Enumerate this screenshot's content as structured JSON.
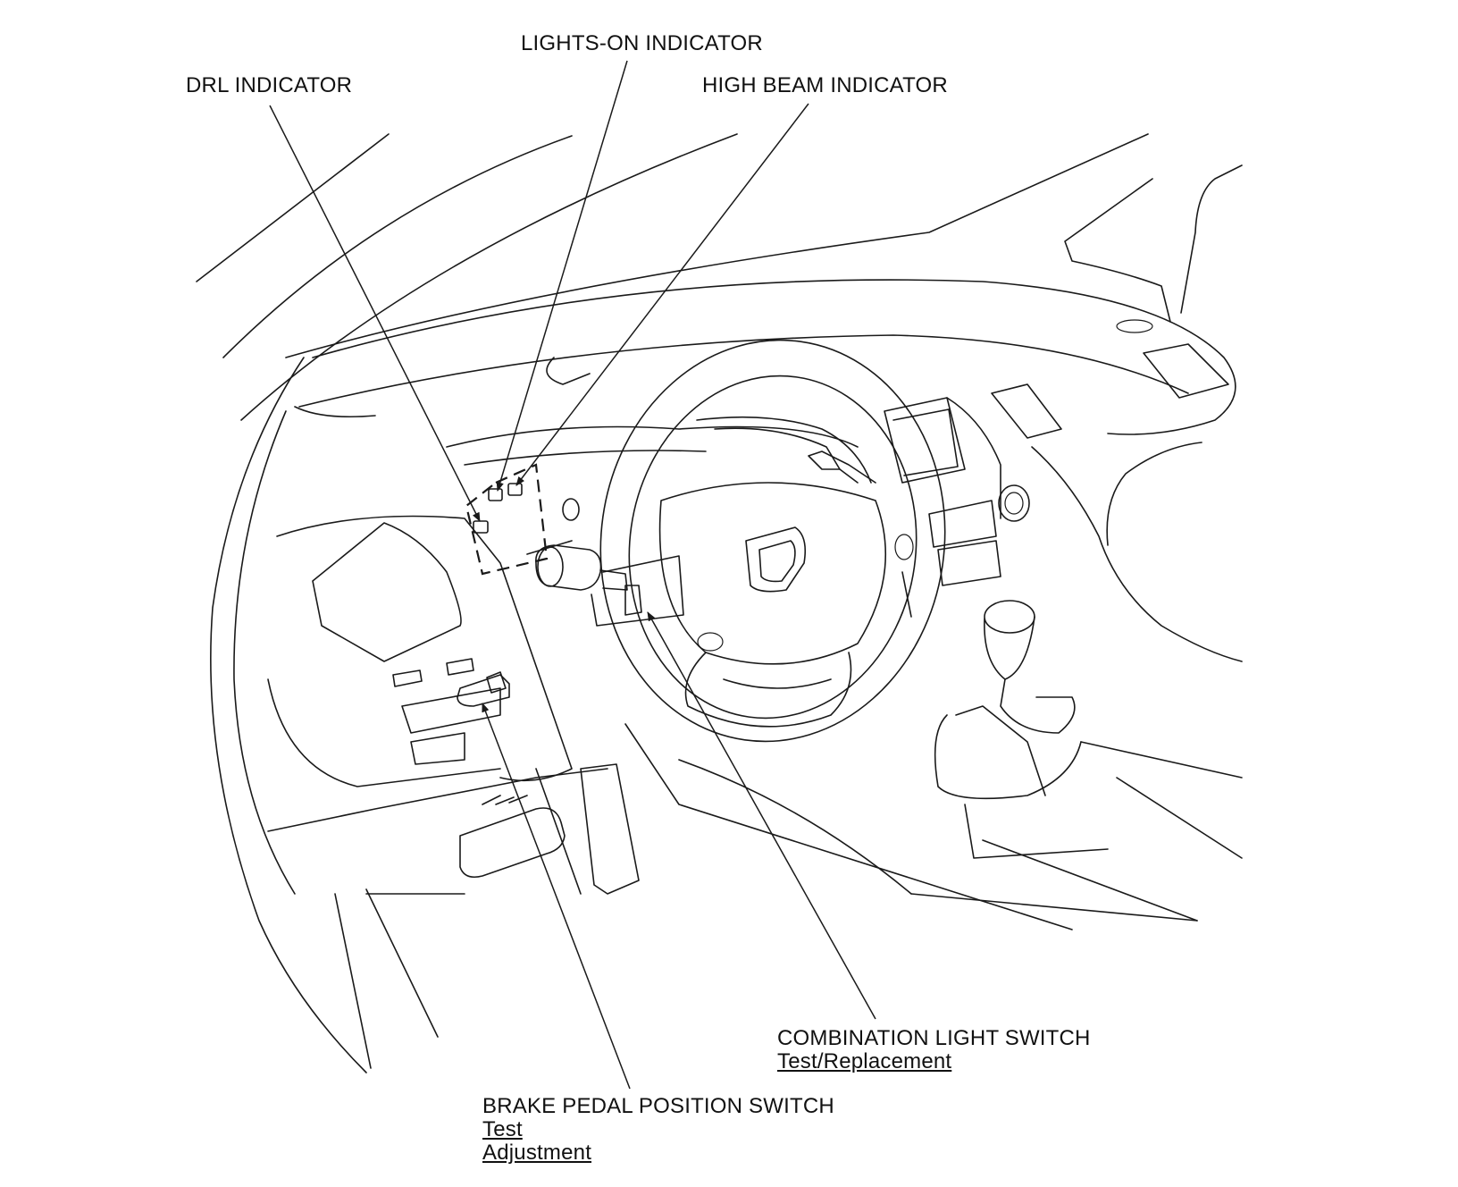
{
  "labels": {
    "drl_indicator": "DRL INDICATOR",
    "lights_on_indicator": "LIGHTS-ON INDICATOR",
    "high_beam_indicator": "HIGH BEAM INDICATOR",
    "combination_light_switch": "COMBINATION LIGHT SWITCH",
    "brake_pedal_position_switch": "BRAKE PEDAL POSITION SWITCH"
  },
  "links": {
    "combination_test_replacement": "Test/Replacement",
    "brake_test": "Test",
    "brake_adjustment": "Adjustment"
  }
}
